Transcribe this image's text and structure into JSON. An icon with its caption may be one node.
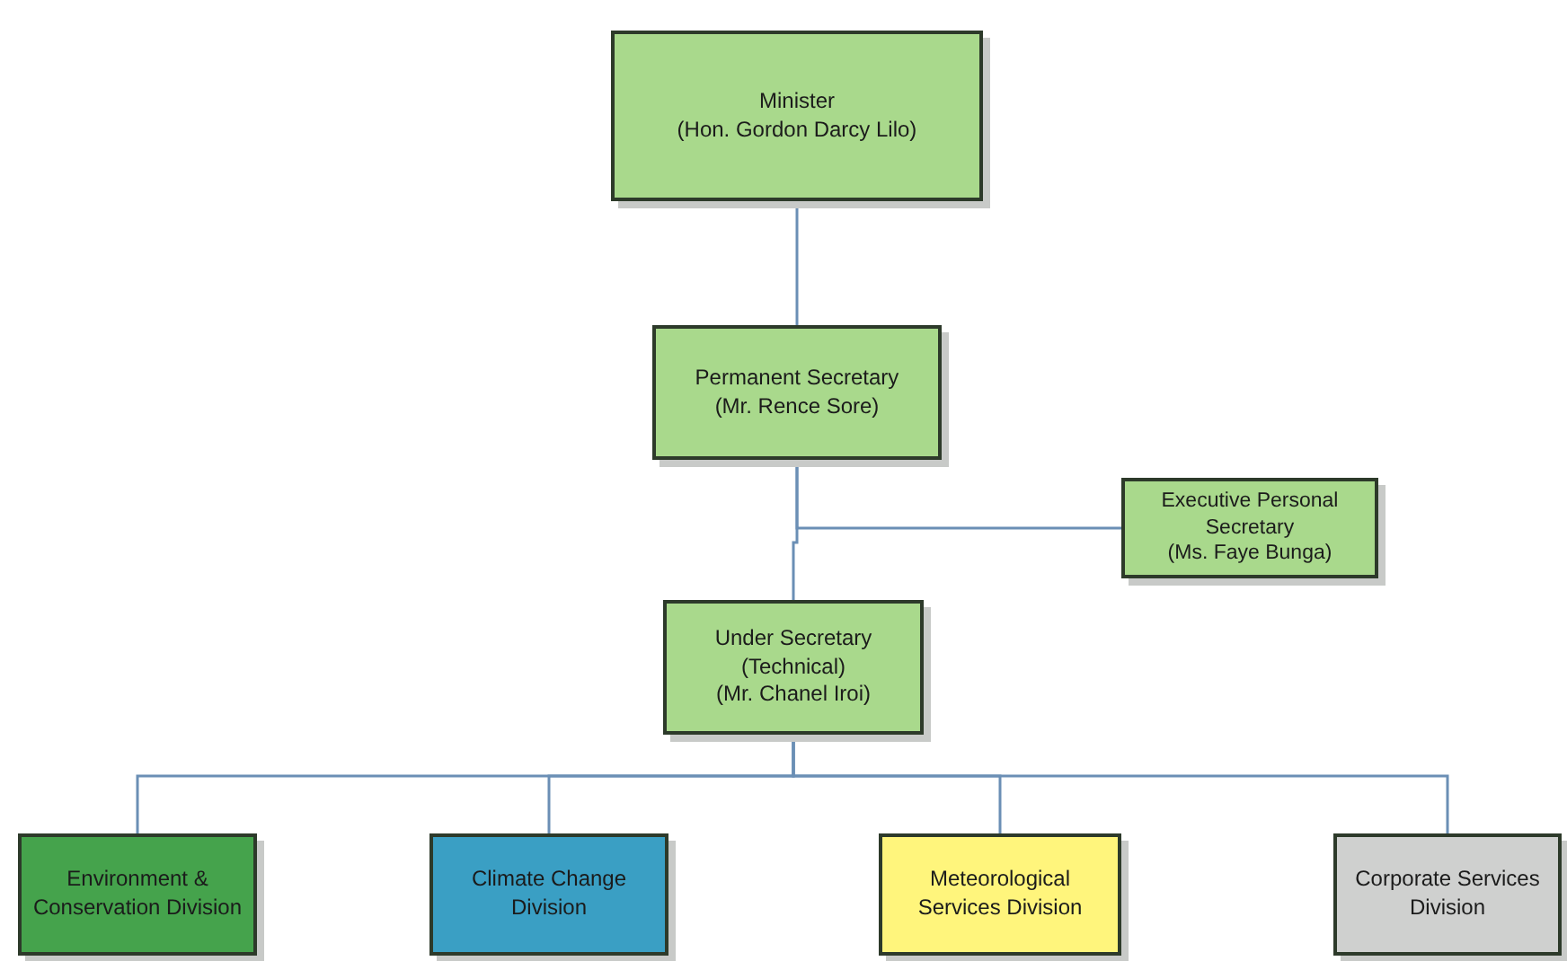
{
  "diagram": {
    "nodes": [
      {
        "text": [
          "Minister",
          "(Hon. Gordon Darcy Lilo)"
        ]
      },
      {
        "text": [
          "Permanent Secretary",
          "(Mr. Rence Sore)"
        ]
      },
      {
        "text": [
          "Executive Personal Secretary",
          "(Ms. Faye Bunga)"
        ]
      },
      {
        "text": [
          "Under Secretary (Technical)",
          "(Mr. Chanel Iroi)"
        ]
      },
      {
        "text": [
          "Environment & Conservation Division"
        ]
      },
      {
        "text": [
          "Climate Change Division"
        ]
      },
      {
        "text": [
          "Meteorological Services Division"
        ]
      },
      {
        "text": [
          "Corporate Services Division"
        ]
      }
    ],
    "edges": [
      {
        "from": 0,
        "to": 1,
        "arrow": "none"
      },
      {
        "from": 1,
        "to": 2,
        "arrow": "none"
      },
      {
        "from": 1,
        "to": 3,
        "arrow": "none"
      },
      {
        "from": 3,
        "to": 4,
        "arrow": "none"
      },
      {
        "from": 3,
        "to": 5,
        "arrow": "none"
      },
      {
        "from": 3,
        "to": 6,
        "arrow": "none"
      },
      {
        "from": 3,
        "to": 7,
        "arrow": "none"
      }
    ]
  }
}
